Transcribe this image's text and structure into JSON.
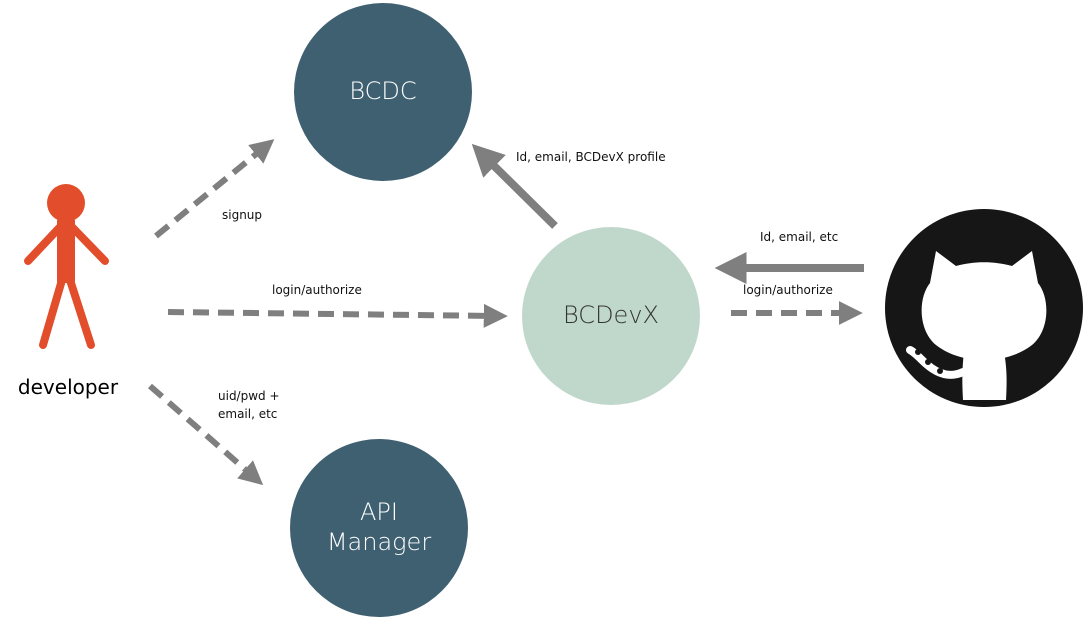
{
  "colors": {
    "dark_node": "#3f6071",
    "light_node": "#c0d8cb",
    "arrow": "#7f7f7f",
    "actor": "#e24e2b",
    "github": "#161616",
    "node_text_dark": "#ffffff",
    "node_text_light": "#333333"
  },
  "nodes": {
    "bcdc": {
      "label": "BCDC"
    },
    "bcdevx": {
      "label": "BCDevX"
    },
    "api_manager": {
      "line1": "API",
      "line2": "Manager"
    },
    "github": {
      "icon": "github-octocat-icon"
    }
  },
  "actor": {
    "label": "developer",
    "icon": "stick-figure-icon"
  },
  "edges": {
    "signup": {
      "label": "signup"
    },
    "dev_login": {
      "label": "login/authorize"
    },
    "uid_pwd": {
      "line1": "uid/pwd  +",
      "line2": "email,  etc"
    },
    "profile": {
      "label": "Id,  email,  BCDevX  profile"
    },
    "github_data": {
      "label": "Id,  email,  etc"
    },
    "github_login": {
      "label": "login/authorize"
    }
  }
}
